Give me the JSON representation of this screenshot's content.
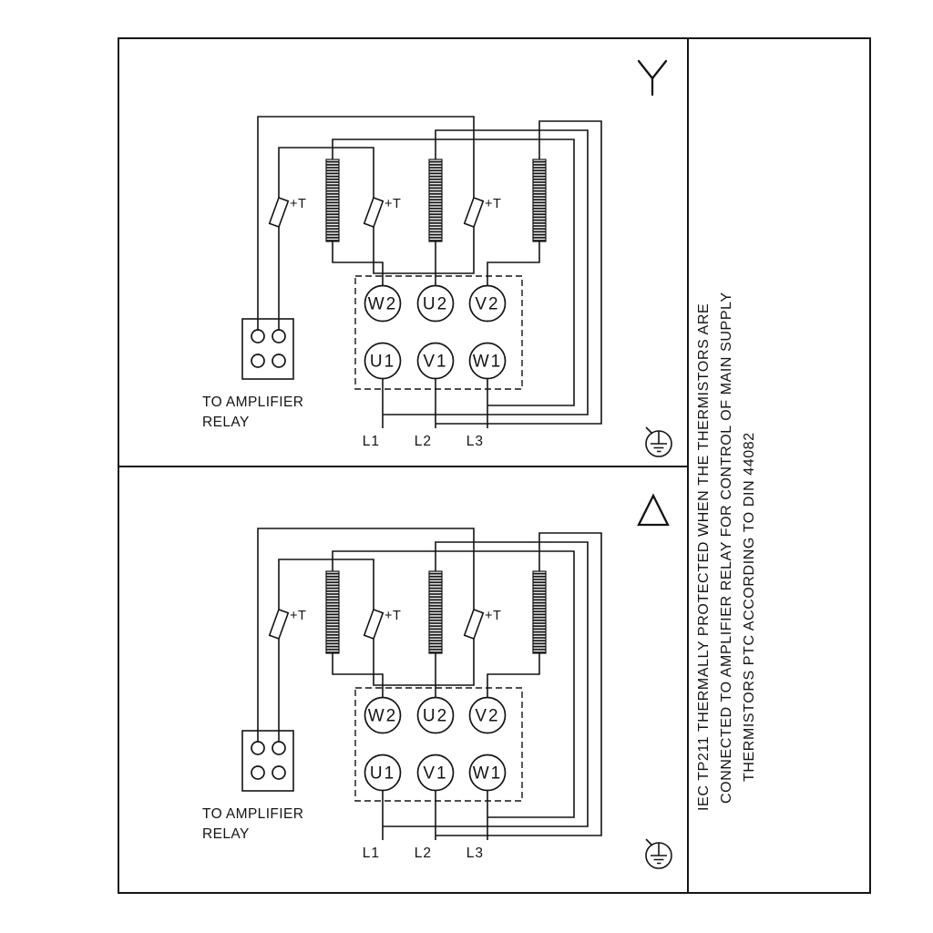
{
  "colors": {
    "background": "#ffffff",
    "line": "#141414"
  },
  "note": {
    "line1": "IEC TP211 THERMALLY PROTECTED WHEN THE THERMISTORS ARE",
    "line2": "CONNECTED TO AMPLIFIER RELAY FOR CONTROL OF MAIN SUPPLY",
    "line3": "THERMISTORS PTC ACCORDING TO DIN 44082"
  },
  "star": {
    "symbol": "star-icon",
    "terminals_top": [
      "W2",
      "U2",
      "V2"
    ],
    "terminals_bottom": [
      "U1",
      "V1",
      "W1"
    ],
    "thermistor_label": "+T",
    "relay_caption_line1": "TO AMPLIFIER",
    "relay_caption_line2": "RELAY",
    "supply": [
      "L1",
      "L2",
      "L3"
    ]
  },
  "delta": {
    "symbol": "delta-icon",
    "terminals_top": [
      "W2",
      "U2",
      "V2"
    ],
    "terminals_bottom": [
      "U1",
      "V1",
      "W1"
    ],
    "thermistor_label": "+T",
    "relay_caption_line1": "TO AMPLIFIER",
    "relay_caption_line2": "RELAY",
    "supply": [
      "L1",
      "L2",
      "L3"
    ]
  }
}
